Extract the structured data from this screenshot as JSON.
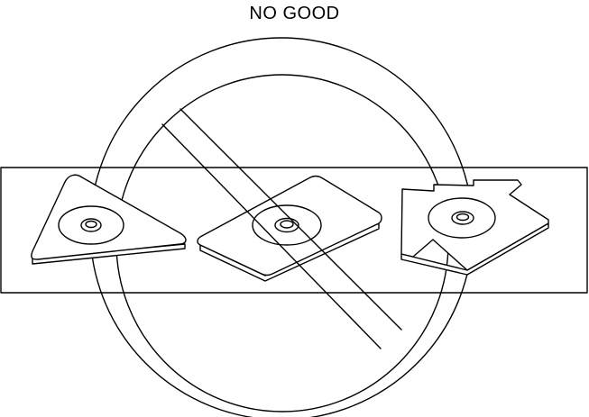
{
  "title": "NO GOOD",
  "colors": {
    "line": "#000000",
    "background": "#ffffff"
  },
  "items": [
    {
      "name": "triangular-washer"
    },
    {
      "name": "diamond-washer"
    },
    {
      "name": "arrow-washer"
    }
  ],
  "symbol": "prohibition-sign"
}
